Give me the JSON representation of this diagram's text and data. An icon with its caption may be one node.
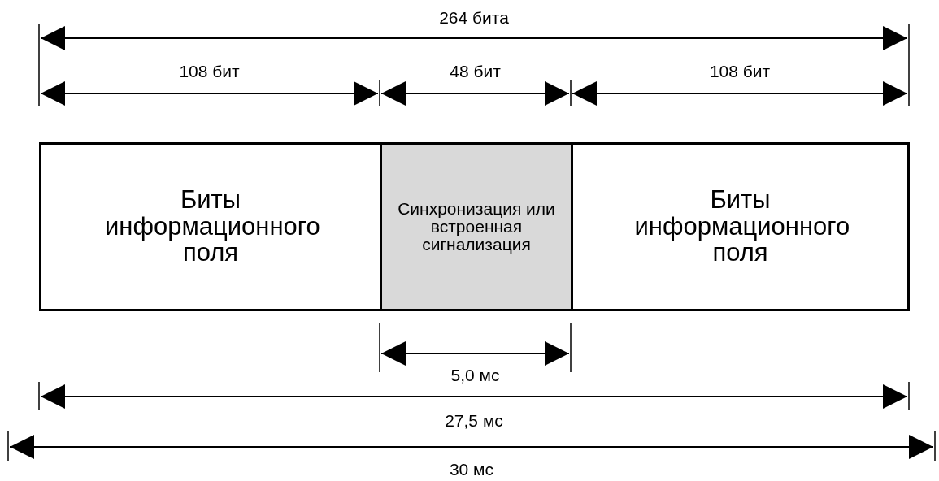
{
  "diagram": {
    "nodes": [
      {
        "text": [
          "Биты информационного поля"
        ]
      },
      {
        "text": [
          "Синхронизация или встроенная сигнализация"
        ]
      },
      {
        "text": [
          "Биты информационного поля"
        ]
      }
    ],
    "labels": [
      "264 бита",
      "108 бит",
      "48 бит",
      "108 бит",
      "5,0 мс",
      "27,5 мс",
      "30 мс"
    ]
  }
}
